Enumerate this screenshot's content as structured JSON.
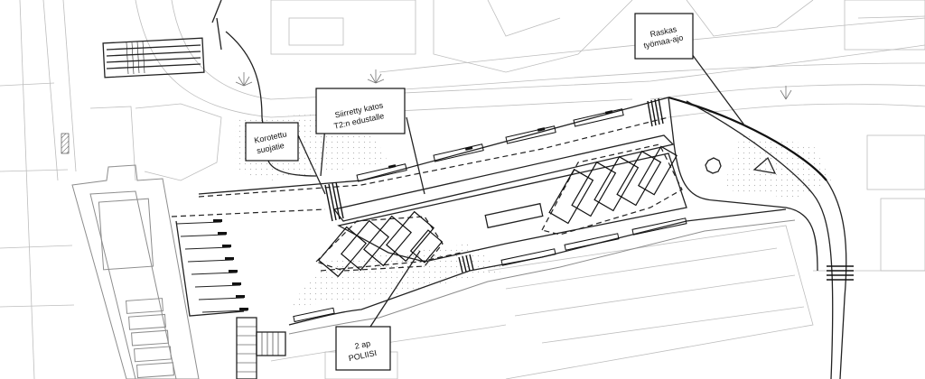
{
  "annotations": [
    {
      "id": "raskas",
      "lines": [
        "Raskas",
        "työmaa-ajo"
      ]
    },
    {
      "id": "siirretty",
      "lines": [
        "Siirretty katos",
        "T2:n edustalle"
      ]
    },
    {
      "id": "korotettu",
      "lines": [
        "Korotettu",
        "suojatie"
      ]
    },
    {
      "id": "poliisi",
      "lines": [
        "2 ap",
        "POLIISI"
      ]
    }
  ]
}
